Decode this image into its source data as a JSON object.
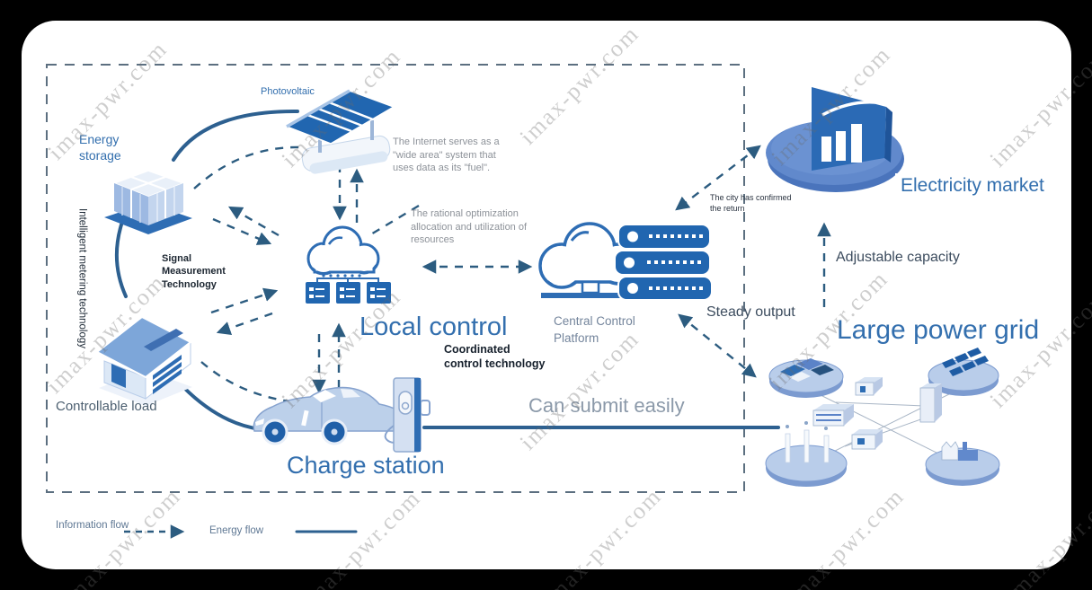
{
  "watermark": {
    "text": "imax-pwr.com"
  },
  "labels": {
    "photovoltaic": "Photovoltaic",
    "energy_storage": "Energy storage",
    "intelligent_metering": "Intelligent metering technology",
    "signal_measurement": "Signal Measurement Technology",
    "controllable_load": "Controllable load",
    "internet_note": "The Internet serves as a \"wide area\" system that uses data as its \"fuel\".",
    "rational_note": "The rational optimization allocation and utilization of resources",
    "local_control": "Local control",
    "coordinated_control": "Coordinated control technology",
    "central_platform": "Central Control Platform",
    "city_confirmed_note": "The city has confirmed the return",
    "steady_output": "Steady output",
    "can_submit": "Can submit easily",
    "charge_station": "Charge station",
    "electricity_market": "Electricity market",
    "adjustable_capacity": "Adjustable capacity",
    "large_power_grid": "Large power grid"
  },
  "legend": {
    "information_flow": "Information flow",
    "energy_flow": "Energy flow"
  },
  "colors": {
    "title_blue": "#336fae",
    "icon_blue": "#2166b0",
    "info_arrow": "#2c5c80",
    "energy_line": "#2d6090",
    "muted_label": "#74859c",
    "submit_gray": "#8b99a9",
    "note_gray": "#8d9299",
    "steel_text": "#3c4c5e"
  }
}
